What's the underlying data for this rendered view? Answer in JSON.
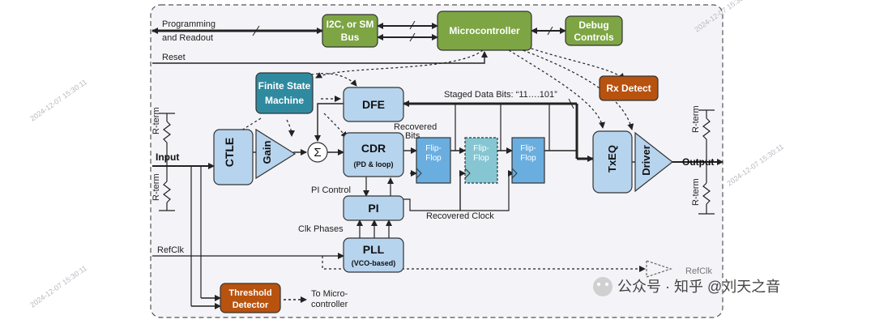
{
  "blocks": {
    "i2c": [
      "I2C, or SM",
      "Bus"
    ],
    "micro": "Microcontroller",
    "debug": [
      "Debug",
      "Controls"
    ],
    "fsm": [
      "Finite State",
      "Machine"
    ],
    "rxdetect": "Rx Detect",
    "dfe": "DFE",
    "ctle": "CTLE",
    "gain": "Gain",
    "sum": "Σ",
    "cdr": "CDR",
    "cdr_sub": "(PD & loop)",
    "ff1": [
      "Flip-",
      "Flop"
    ],
    "ff2": [
      "Flip-",
      "Flop"
    ],
    "ff3": [
      "Flip-",
      "Flop"
    ],
    "txeq": "TxEQ",
    "driver": "Driver",
    "pi": "PI",
    "pll": "PLL",
    "pll_sub": "(VCO-based)",
    "threshold": [
      "Threshold",
      "Detector"
    ]
  },
  "labels": {
    "programming": [
      "Programming",
      "and Readout"
    ],
    "reset": "Reset",
    "input": "Input",
    "output": "Output",
    "refclk": "RefClk",
    "refclk_out": "RefClk",
    "rterm": "R-term",
    "staged": "Staged Data Bits: “11….101”",
    "recovered_bits": [
      "Recovered",
      "Bits"
    ],
    "pi_control": "PI Control",
    "recovered_clock": "Recovered Clock",
    "clk_phases": "Clk Phases",
    "to_micro": [
      "To Micro-",
      "controller"
    ]
  },
  "watermark": {
    "text": "公众号 · 知乎 @刘天之音",
    "faint_date": "2024-12-07 15:30:11"
  },
  "colors": {
    "green": "#7da544",
    "teal": "#2f8aa0",
    "rust": "#b8520f",
    "blue": "#b7d4ee",
    "stroke": "#333333",
    "panel": "#f4f4f8"
  }
}
